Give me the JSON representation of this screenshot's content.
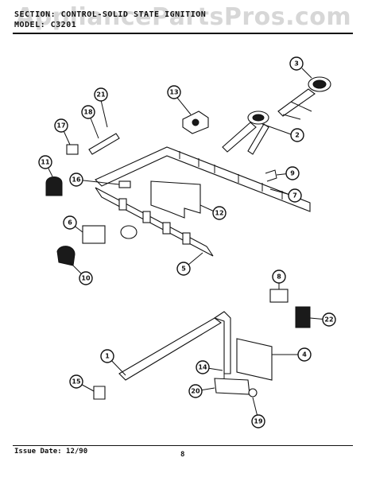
{
  "header": {
    "section_line": "SECTION: CONTROL-SOLID STATE IGNITION",
    "model_line": "MODEL: C3201"
  },
  "watermark": "AppliancePartsPros.com",
  "footer": {
    "issue_date": "Issue Date: 12/90",
    "page_number": "8"
  },
  "callouts": [
    "3",
    "21",
    "13",
    "18",
    "17",
    "2",
    "11",
    "16",
    "9",
    "7",
    "12",
    "6",
    "10",
    "5",
    "8",
    "22",
    "1",
    "4",
    "14",
    "15",
    "20",
    "19"
  ]
}
